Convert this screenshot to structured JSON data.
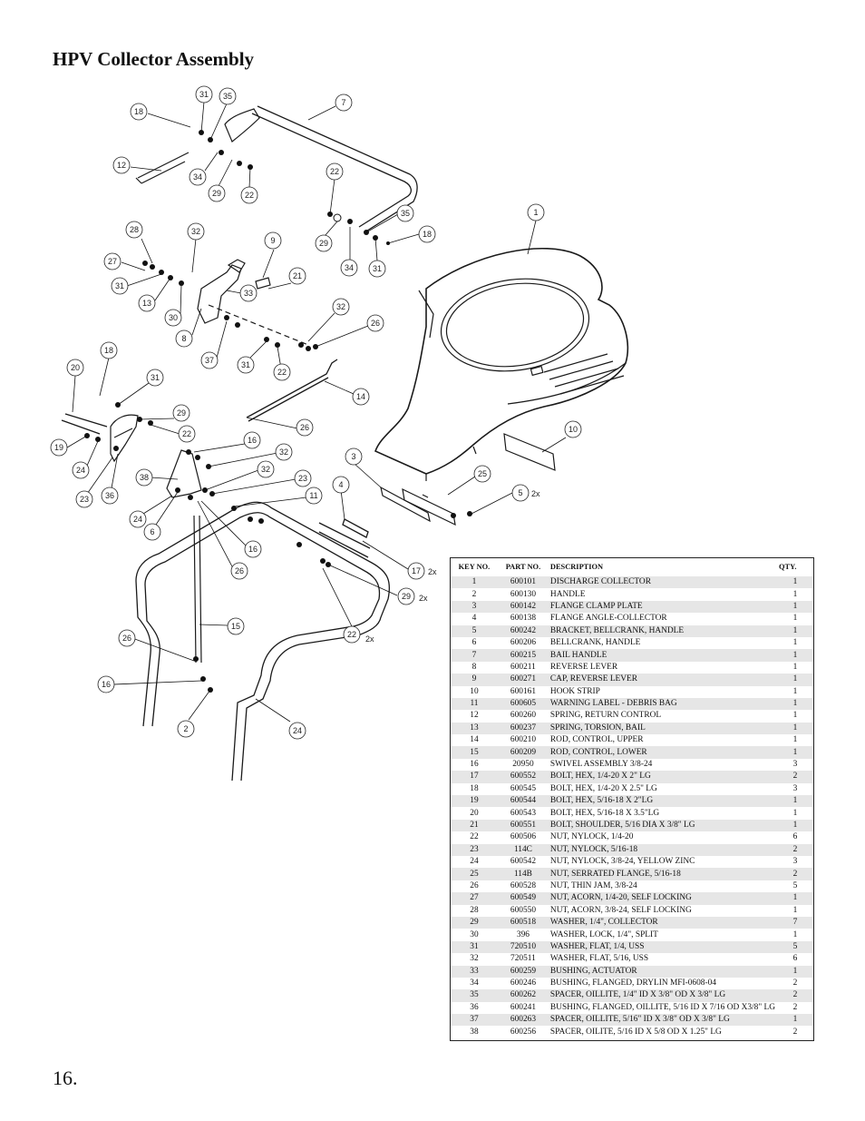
{
  "title": "HPV Collector Assembly",
  "page_number": "16.",
  "table": {
    "headers": {
      "key": "KEY NO.",
      "part": "PART NO.",
      "desc": "DESCRIPTION",
      "qty": "QTY."
    },
    "rows": [
      {
        "key": "1",
        "part": "600101",
        "desc": "DISCHARGE COLLECTOR",
        "qty": "1"
      },
      {
        "key": "2",
        "part": "600130",
        "desc": "HANDLE",
        "qty": "1"
      },
      {
        "key": "3",
        "part": "600142",
        "desc": "FLANGE CLAMP PLATE",
        "qty": "1"
      },
      {
        "key": "4",
        "part": "600138",
        "desc": "FLANGE ANGLE-COLLECTOR",
        "qty": "1"
      },
      {
        "key": "5",
        "part": "600242",
        "desc": "BRACKET, BELLCRANK, HANDLE",
        "qty": "1"
      },
      {
        "key": "6",
        "part": "600206",
        "desc": "BELLCRANK, HANDLE",
        "qty": "1"
      },
      {
        "key": "7",
        "part": "600215",
        "desc": "BAIL HANDLE",
        "qty": "1"
      },
      {
        "key": "8",
        "part": "600211",
        "desc": "REVERSE LEVER",
        "qty": "1"
      },
      {
        "key": "9",
        "part": "600271",
        "desc": "CAP, REVERSE LEVER",
        "qty": "1"
      },
      {
        "key": "10",
        "part": "600161",
        "desc": "HOOK STRIP",
        "qty": "1"
      },
      {
        "key": "11",
        "part": "600605",
        "desc": "WARNING LABEL - DEBRIS BAG",
        "qty": "1"
      },
      {
        "key": "12",
        "part": "600260",
        "desc": "SPRING, RETURN CONTROL",
        "qty": "1"
      },
      {
        "key": "13",
        "part": "600237",
        "desc": "SPRING, TORSION, BAIL",
        "qty": "1"
      },
      {
        "key": "14",
        "part": "600210",
        "desc": "ROD, CONTROL, UPPER",
        "qty": "1"
      },
      {
        "key": "15",
        "part": "600209",
        "desc": "ROD, CONTROL, LOWER",
        "qty": "1"
      },
      {
        "key": "16",
        "part": "20950",
        "desc": "SWIVEL ASSEMBLY 3/8-24",
        "qty": "3"
      },
      {
        "key": "17",
        "part": "600552",
        "desc": "BOLT, HEX, 1/4-20 X 2\" LG",
        "qty": "2"
      },
      {
        "key": "18",
        "part": "600545",
        "desc": "BOLT, HEX, 1/4-20 X 2.5\" LG",
        "qty": "3"
      },
      {
        "key": "19",
        "part": "600544",
        "desc": "BOLT, HEX, 5/16-18 X 2\"LG",
        "qty": "1"
      },
      {
        "key": "20",
        "part": "600543",
        "desc": "BOLT, HEX, 5/16-18 X 3.5\"LG",
        "qty": "1"
      },
      {
        "key": "21",
        "part": "600551",
        "desc": "BOLT, SHOULDER, 5/16 DIA X 3/8\" LG",
        "qty": "1"
      },
      {
        "key": "22",
        "part": "600506",
        "desc": "NUT, NYLOCK, 1/4-20",
        "qty": "6"
      },
      {
        "key": "23",
        "part": "114C",
        "desc": "NUT, NYLOCK, 5/16-18",
        "qty": "2"
      },
      {
        "key": "24",
        "part": "600542",
        "desc": "NUT, NYLOCK, 3/8-24, YELLOW ZINC",
        "qty": "3"
      },
      {
        "key": "25",
        "part": "114B",
        "desc": "NUT, SERRATED FLANGE, 5/16-18",
        "qty": "2"
      },
      {
        "key": "26",
        "part": "600528",
        "desc": "NUT, THIN JAM, 3/8-24",
        "qty": "5"
      },
      {
        "key": "27",
        "part": "600549",
        "desc": "NUT, ACORN, 1/4-20, SELF LOCKING",
        "qty": "1"
      },
      {
        "key": "28",
        "part": "600550",
        "desc": "NUT, ACORN, 3/8-24, SELF LOCKING",
        "qty": "1"
      },
      {
        "key": "29",
        "part": "600518",
        "desc": "WASHER, 1/4\", COLLECTOR",
        "qty": "7"
      },
      {
        "key": "30",
        "part": "396",
        "desc": "WASHER, LOCK, 1/4\", SPLIT",
        "qty": "1"
      },
      {
        "key": "31",
        "part": "720510",
        "desc": "WASHER, FLAT, 1/4, USS",
        "qty": "5"
      },
      {
        "key": "32",
        "part": "720511",
        "desc": "WASHER, FLAT, 5/16, USS",
        "qty": "6"
      },
      {
        "key": "33",
        "part": "600259",
        "desc": "BUSHING, ACTUATOR",
        "qty": "1"
      },
      {
        "key": "34",
        "part": "600246",
        "desc": "BUSHING, FLANGED, DRYLIN MFI-0608-04",
        "qty": "2"
      },
      {
        "key": "35",
        "part": "600262",
        "desc": "SPACER, OILLITE, 1/4\" ID X 3/8\" OD X 3/8\" LG",
        "qty": "2"
      },
      {
        "key": "36",
        "part": "600241",
        "desc": "BUSHING, FLANGED, OILLITE, 5/16 ID X 7/16 OD X3/8\" LG",
        "qty": "2"
      },
      {
        "key": "37",
        "part": "600263",
        "desc": "SPACER, OILLITE, 5/16\" ID X 3/8\" OD X 3/8\" LG",
        "qty": "1"
      },
      {
        "key": "38",
        "part": "600256",
        "desc": "SPACER, OILITE, 5/16 ID X 5/8 OD X 1.25\" LG",
        "qty": "2"
      }
    ]
  },
  "diagram": {
    "qty_note": "2x",
    "callouts": [
      "31",
      "35",
      "18",
      "7",
      "12",
      "34",
      "29",
      "22",
      "22",
      "35",
      "18",
      "1",
      "29",
      "34",
      "31",
      "28",
      "32",
      "9",
      "27",
      "31",
      "13",
      "30",
      "33",
      "21",
      "8",
      "32",
      "26",
      "37",
      "31",
      "22",
      "18",
      "14",
      "20",
      "31",
      "29",
      "22",
      "26",
      "16",
      "19",
      "32",
      "24",
      "3",
      "32",
      "38",
      "23",
      "36",
      "11",
      "4",
      "25",
      "5",
      "23",
      "24",
      "6",
      "16",
      "26",
      "17",
      "29",
      "22",
      "15",
      "26",
      "16",
      "2",
      "24",
      "10"
    ]
  }
}
